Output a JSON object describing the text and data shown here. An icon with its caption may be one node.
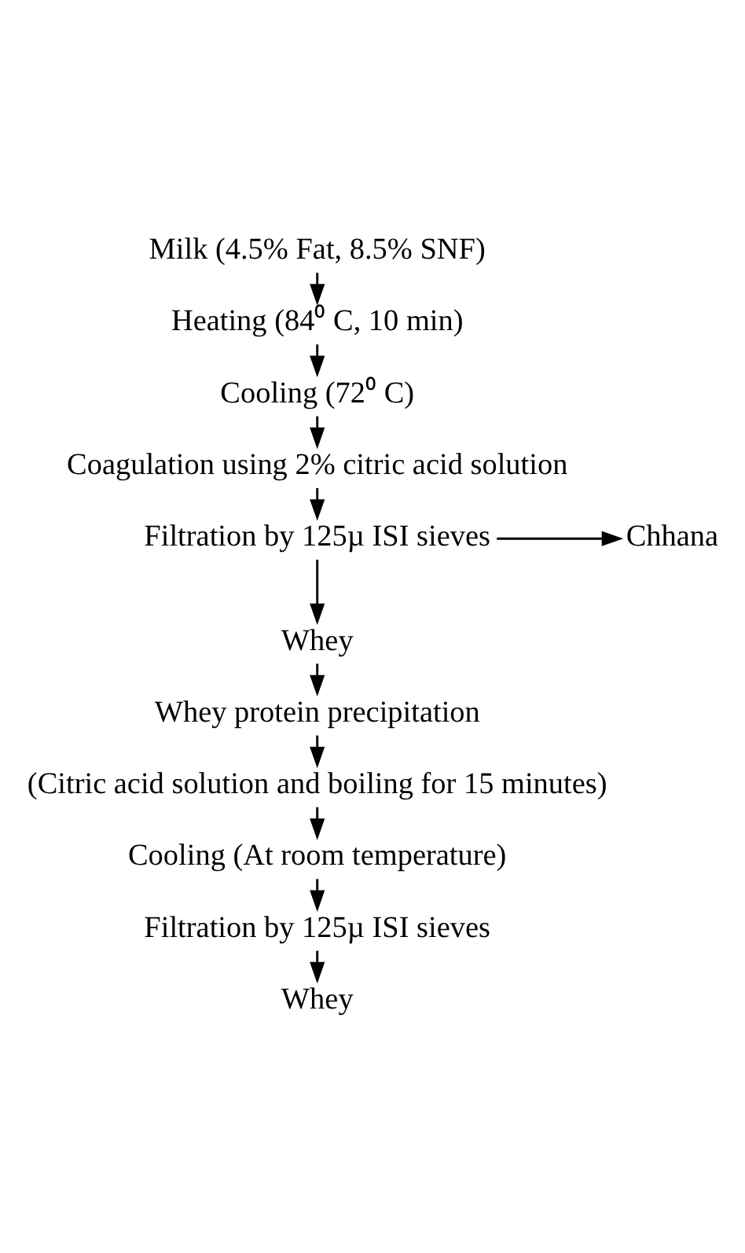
{
  "diagram": {
    "nodes": [
      {
        "text": [
          "Milk (4.5% Fat, 8.5% SNF)"
        ]
      },
      {
        "text": [
          "Heating (84⁰ C, 10 min)"
        ]
      },
      {
        "text": [
          "Cooling (72⁰ C)"
        ]
      },
      {
        "text": [
          "Coagulation using 2% citric acid solution"
        ]
      },
      {
        "text": [
          "Filtration by 125µ ISI sieves"
        ]
      },
      {
        "text": [
          "Chhana"
        ]
      },
      {
        "text": [
          "Whey"
        ]
      },
      {
        "text": [
          "Whey protein precipitation"
        ]
      },
      {
        "text": [
          "(Citric acid solution and boiling for 15 minutes)"
        ]
      },
      {
        "text": [
          "Cooling (At room temperature)"
        ]
      },
      {
        "text": [
          "Filtration by 125µ ISI sieves"
        ]
      },
      {
        "text": [
          "Whey"
        ]
      }
    ],
    "edges": [
      {
        "from": 0,
        "to": 1,
        "arrow": "to"
      },
      {
        "from": 1,
        "to": 2,
        "arrow": "to"
      },
      {
        "from": 2,
        "to": 3,
        "arrow": "to"
      },
      {
        "from": 3,
        "to": 4,
        "arrow": "to"
      },
      {
        "from": 4,
        "to": 5,
        "arrow": "to"
      },
      {
        "from": 4,
        "to": 6,
        "arrow": "to"
      },
      {
        "from": 6,
        "to": 7,
        "arrow": "to"
      },
      {
        "from": 7,
        "to": 8,
        "arrow": "to"
      },
      {
        "from": 8,
        "to": 9,
        "arrow": "to"
      },
      {
        "from": 9,
        "to": 10,
        "arrow": "to"
      },
      {
        "from": 10,
        "to": 11,
        "arrow": "to"
      }
    ]
  }
}
